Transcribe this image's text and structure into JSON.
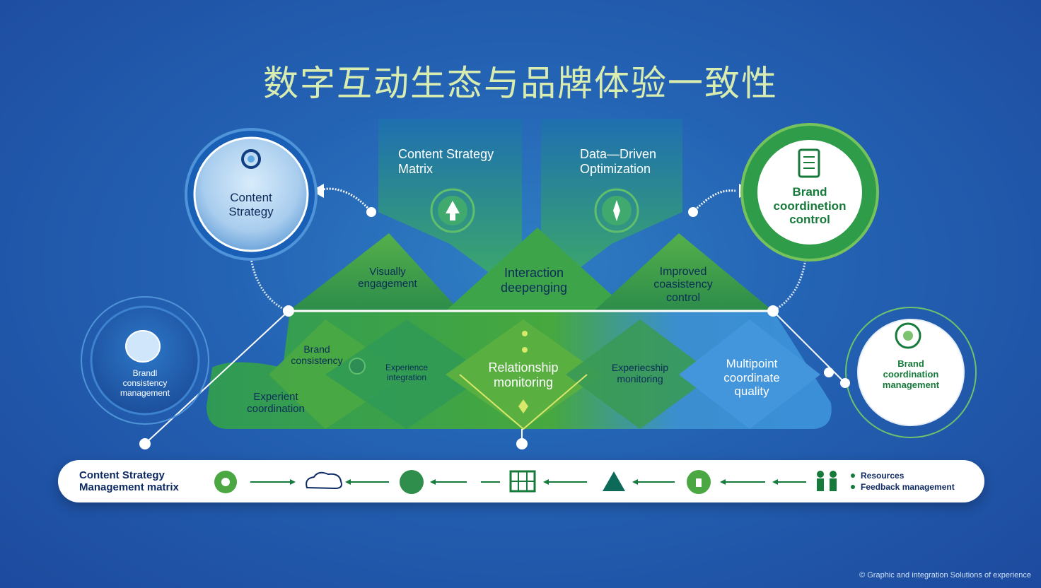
{
  "title": "数字互动生态与品牌体验一致性",
  "nodes": {
    "content_strategy": "Content\nStrategy",
    "brand_coordination_control": "Brand\ncoordinetion\ncontrol",
    "brand_consistency_management_left": "Brandl\nconsistency\nmanagement",
    "brand_coordination_management_right": "Brand\ncoordination\nmanagement"
  },
  "panels": {
    "content_strategy_matrix": "Content Strategy\nMatrix",
    "data_driven_optimization": "Data—Driven\nOptimization"
  },
  "upper_triangles": {
    "visually_engagement": "Visually\nengagement",
    "interaction_deepening": "Interaction\ndeepenging",
    "improved_consistency": "Improved\ncoasistency\ncontrol"
  },
  "lower_band": {
    "brand_consistency": "Brand\nconsistency",
    "experience_coordination": "Experient\ncoordination",
    "experience_integration": "Experience\nintegration",
    "relationship_monitoring": "Relationship\nmonitoring",
    "experience_monitoring": "Experiecship\nmonitoring",
    "multipoint_quality": "Multipoint\ncoordinate\nquality"
  },
  "bottom_bar": {
    "left_label": "Content Strategy\nManagement matrix",
    "right_items": [
      "Resources",
      "Feedback management"
    ],
    "icons": [
      "target-icon",
      "cloud-icon",
      "circle-icon",
      "grid-icon",
      "tree-icon",
      "plant-icon",
      "people-icon"
    ]
  },
  "footer": "© Graphic and integration Solutions of experience",
  "colors": {
    "green": "#3a9a3e",
    "blue": "#2f8bd6",
    "dark_navy": "#0e2a63",
    "title": "#d8ecb0"
  }
}
